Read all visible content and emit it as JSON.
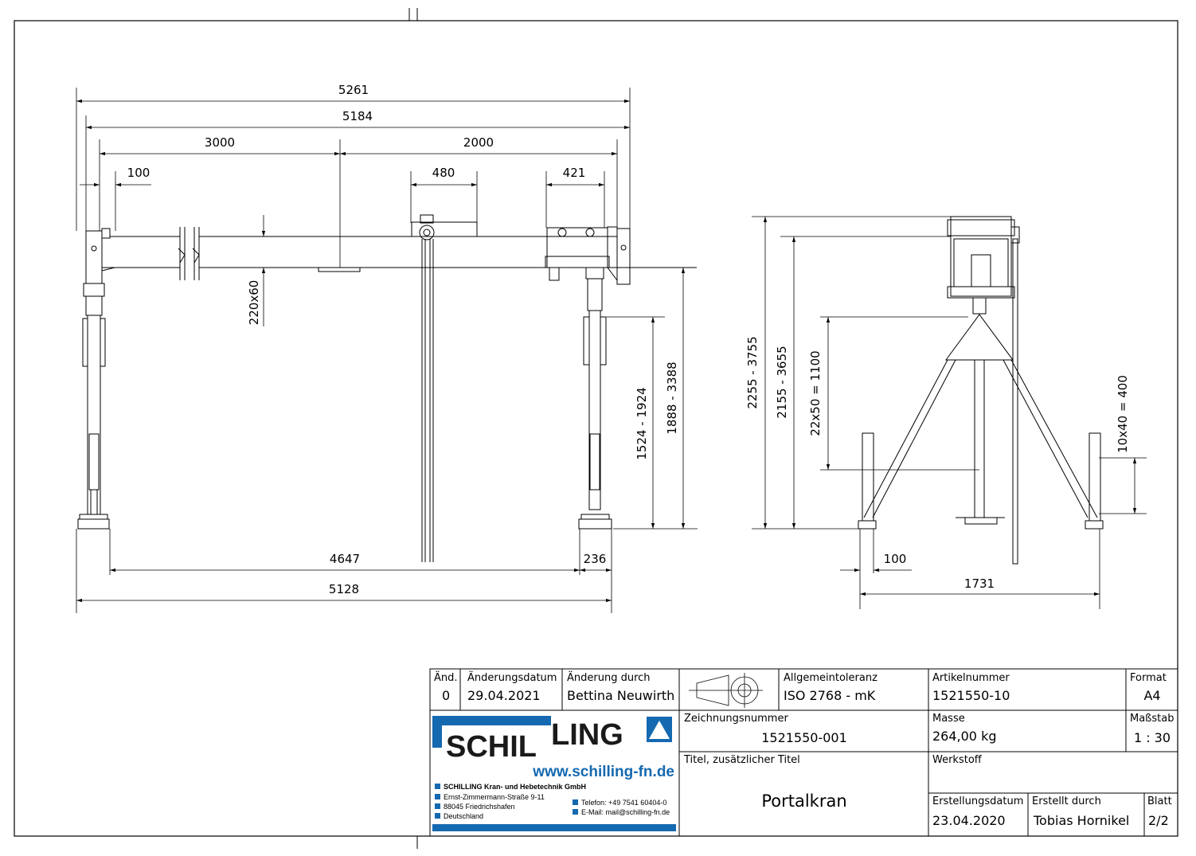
{
  "front_view": {
    "dimensions": {
      "overall_top": "5261",
      "beam_length": "5184",
      "left_segment": "3000",
      "right_segment": "2000",
      "left_offset": "100",
      "trolley_width": "480",
      "hoist_width": "421",
      "beam_profile": "220x60",
      "leg_adjust_range": "1524 - 1924",
      "beam_height_range": "1888 - 3388",
      "foot_span": "4647",
      "foot_width": "236",
      "overall_bottom": "5128"
    }
  },
  "side_view": {
    "dimensions": {
      "total_height_range": "2255 - 3755",
      "beam_height_range": "2155 - 3655",
      "pole_holes": "22x50 = 1100",
      "foot_holes": "10x40 = 400",
      "foot_offset": "100",
      "leg_span": "1731"
    }
  },
  "title_block": {
    "revision": {
      "col_index_label": "Änd.",
      "col_date_label": "Änderungsdatum",
      "col_by_label": "Änderung durch",
      "index": "0",
      "date": "29.04.2021",
      "by": "Bettina Neuwirth"
    },
    "tolerance_label": "Allgemeintoleranz",
    "tolerance_value": "ISO 2768 - mK",
    "article_label": "Artikelnummer",
    "article_value": "1521550-10",
    "format_label": "Format",
    "format_value": "A4",
    "drawing_number_label": "Zeichnungsnummer",
    "drawing_number_value": "1521550-001",
    "mass_label": "Masse",
    "mass_value": "264,00 kg",
    "scale_label": "Maßstab",
    "scale_value": "1 : 30",
    "title_label": "Titel, zusätzlicher Titel",
    "title_value": "Portalkran",
    "material_label": "Werkstoff",
    "created_date_label": "Erstellungsdatum",
    "created_date_value": "23.04.2020",
    "created_by_label": "Erstellt durch",
    "created_by_value": "Tobias Hornikel",
    "sheet_label": "Blatt",
    "sheet_value": "2/2"
  },
  "company": {
    "logo_left": "SCHIL",
    "logo_right": "LING",
    "website": "www.schilling-fn.de",
    "name": "SCHILLING Kran- und Hebetechnik GmbH",
    "street": "Ernst-Zimmermann-Straße 9-11",
    "city": "88045 Friedrichshafen",
    "country": "Deutschland",
    "phone": "Telefon: +49 7541 60404-0",
    "email": "E-Mail: mail@schilling-fn.de",
    "brand_blue": "#1569b0"
  }
}
